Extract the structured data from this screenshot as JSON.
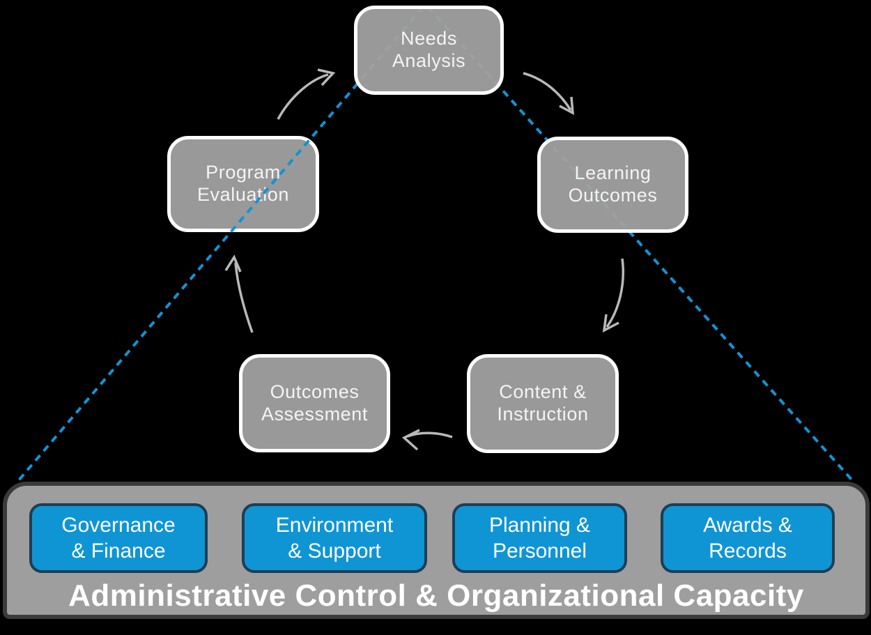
{
  "colors": {
    "background": "#000000",
    "node_fill": "#a1a1a1",
    "node_border": "#ffffff",
    "node_text": "#f4f4f4",
    "arrow": "#b9b9b9",
    "dash_line": "#1094d6",
    "pillar_fill": "#1095d4",
    "pillar_border": "#1c3e55",
    "bar_fill": "#9e9e9e",
    "bar_border": "#3a3a3a",
    "bar_text": "#ffffff"
  },
  "cycle": {
    "nodes": [
      {
        "id": "needs-analysis",
        "label": "Needs\nAnalysis"
      },
      {
        "id": "learning-outcomes",
        "label": "Learning\nOutcomes"
      },
      {
        "id": "content-instruction",
        "label": "Content &\nInstruction"
      },
      {
        "id": "outcomes-assessment",
        "label": "Outcomes\nAssessment"
      },
      {
        "id": "program-evaluation",
        "label": "Program\nEvaluation"
      }
    ],
    "flow_arrows": [
      {
        "from": "needs-analysis",
        "to": "learning-outcomes"
      },
      {
        "from": "learning-outcomes",
        "to": "content-instruction"
      },
      {
        "from": "content-instruction",
        "to": "outcomes-assessment"
      },
      {
        "from": "outcomes-assessment",
        "to": "program-evaluation"
      },
      {
        "from": "program-evaluation",
        "to": "needs-analysis"
      }
    ]
  },
  "triangle": {
    "style": "dashed",
    "apex": "needs-analysis",
    "base": "foundation-bar"
  },
  "foundation": {
    "title": "Administrative Control & Organizational Capacity",
    "pillars": [
      {
        "id": "governance-finance",
        "label": "Governance\n& Finance"
      },
      {
        "id": "environment-support",
        "label": "Environment\n& Support"
      },
      {
        "id": "planning-personnel",
        "label": "Planning &\nPersonnel"
      },
      {
        "id": "awards-records",
        "label": "Awards &\nRecords"
      }
    ]
  }
}
